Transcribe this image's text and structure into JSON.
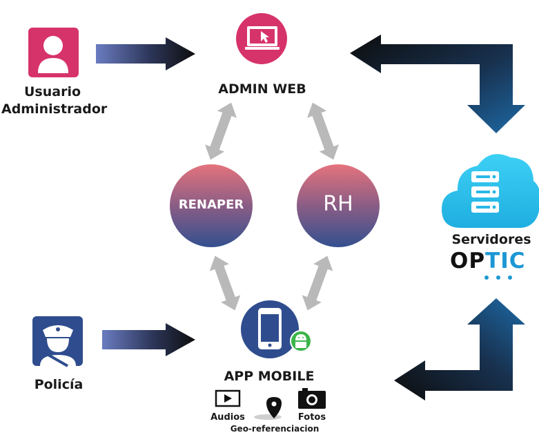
{
  "nodes": {
    "usuario_administrador": {
      "line1": "Usuario",
      "line2": "Administrador",
      "icon": "admin-user-icon",
      "color": "#d7336b"
    },
    "admin_web": {
      "label": "ADMIN WEB",
      "icon": "monitor-cursor-icon",
      "color": "#d7336b"
    },
    "renaper": {
      "label": "RENAPER"
    },
    "rh": {
      "label": "RH"
    },
    "servidores": {
      "label": "Servidores",
      "icon": "cloud-server-icon",
      "color": "#2ec7f0"
    },
    "optic": {
      "letters_dark": "OP",
      "letters_blue": "TIC"
    },
    "policia": {
      "label": "Policía",
      "icon": "police-officer-icon",
      "color": "#2f4d8e"
    },
    "app_mobile": {
      "label": "APP MOBILE",
      "icon": "smartphone-icon",
      "badge": "android-icon",
      "color": "#2f4d8e"
    }
  },
  "features": {
    "audios": {
      "label": "Audios",
      "icon": "play-video-icon"
    },
    "fotos": {
      "label": "Fotos",
      "icon": "camera-icon"
    },
    "geo": {
      "label": "Geo-referenciacion",
      "icon": "location-pin-icon"
    }
  },
  "colors": {
    "circle_top": "#e5737d",
    "circle_bottom": "#33508f",
    "arrow_gray": "#b9b9b9",
    "arrow_dark": "#111111",
    "arrow_blue": "#1d5a92",
    "android_green": "#3bb54a"
  }
}
